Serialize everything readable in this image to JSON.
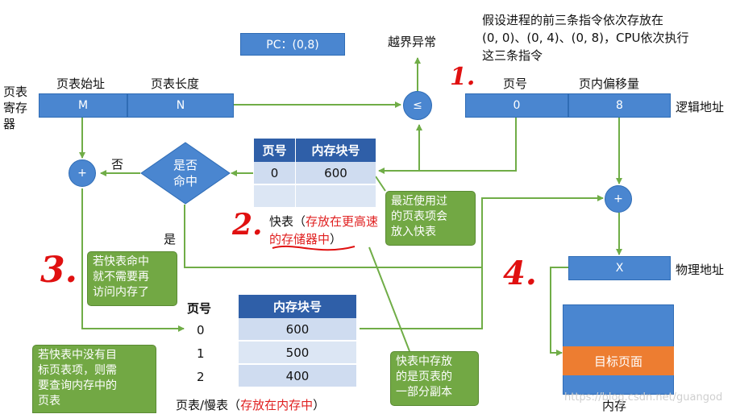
{
  "pc_label": "PC：(0,8)",
  "top_note": [
    "假设进程的前三条指令依次存放在",
    "(0, 0)、(0, 4)、(0, 8)，CPU依次执行",
    "这三条指令"
  ],
  "step_marks": [
    "1.",
    "2.",
    "3.",
    "4."
  ],
  "overflow_label": "越界异常",
  "page_register": {
    "label": [
      "页表",
      "寄存",
      "器"
    ],
    "col_start": "页表始址",
    "col_length": "页表长度",
    "start_value": "M",
    "length_value": "N"
  },
  "compare_symbol": "≤",
  "logical_address": {
    "col_page": "页号",
    "col_offset": "页内偏移量",
    "page_value": "0",
    "offset_value": "8",
    "label": "逻辑地址"
  },
  "adder_symbol": "+",
  "decision": {
    "text": [
      "是否",
      "命中"
    ],
    "no_label": "否",
    "yes_label": "是"
  },
  "tlb": {
    "headers": [
      "页号",
      "内存块号"
    ],
    "rows": [
      [
        "0",
        "600"
      ],
      [
        "",
        ""
      ]
    ],
    "caption_prefix": "快表（",
    "caption_red": "存放在更高速的存储器中",
    "caption_suffix": "）"
  },
  "physical_address": {
    "value": "X",
    "label": "物理地址"
  },
  "page_table": {
    "headers": [
      "页号",
      "内存块号"
    ],
    "rows": [
      [
        "0",
        "600"
      ],
      [
        "1",
        "500"
      ],
      [
        "2",
        "400"
      ]
    ],
    "caption_prefix": "页表/慢表（",
    "caption_red": "存放在内存中",
    "caption_suffix": "）"
  },
  "memory": {
    "target_label": "目标页面",
    "label": "内存"
  },
  "callouts": {
    "recent": [
      "最近使用过",
      "的页表项会",
      "放入快表"
    ],
    "hit": [
      "若快表命中",
      "就不需要再",
      "访问内存了"
    ],
    "miss": [
      "若快表中没有目",
      "标页表项，则需",
      "要查询内存中的",
      "页表"
    ],
    "copy": [
      "快表中存放",
      "的是页表的",
      "一部分副本"
    ]
  },
  "watermark": "https://blog.csdn.net/guangod",
  "colors": {
    "box": "#4a86d0",
    "header": "#2f5fa8",
    "callout": "#72a844",
    "target": "#ed7d31",
    "wire": "#70ad47",
    "mark": "#e01010"
  }
}
